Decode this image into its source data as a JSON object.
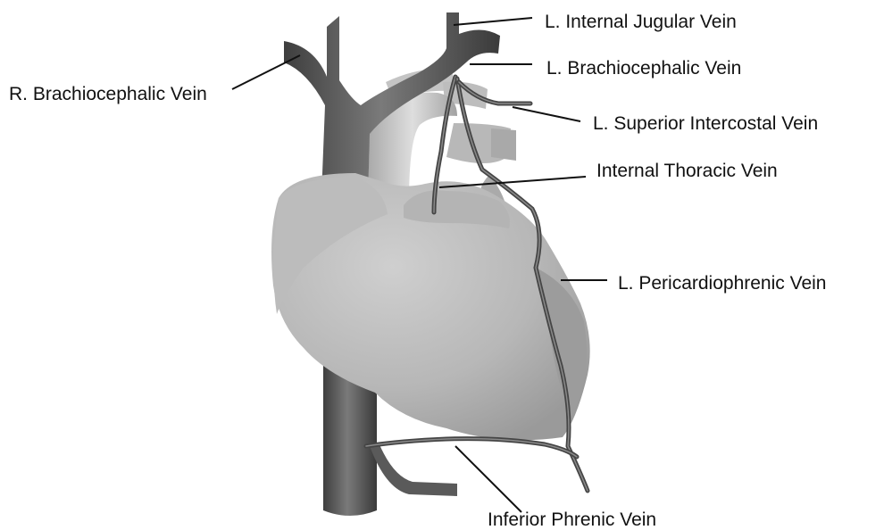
{
  "labels": {
    "r_brachiocephalic": "R. Brachiocephalic Vein",
    "l_internal_jugular": "L. Internal Jugular Vein",
    "l_brachiocephalic": "L. Brachiocephalic Vein",
    "l_superior_intercostal": "L. Superior Intercostal Vein",
    "internal_thoracic": "Internal Thoracic Vein",
    "l_pericardiophrenic": "L. Pericardiophrenic Vein",
    "inferior_phrenic": "Inferior Phrenic Vein"
  },
  "colors": {
    "vein_dark": "#4f4f4f",
    "vein_highlight": "#8a8a8a",
    "heart_light": "#d4d4d4",
    "heart_dark": "#8e8e8e",
    "vessel_light": "#c8c8c8",
    "label_text": "#111111"
  }
}
